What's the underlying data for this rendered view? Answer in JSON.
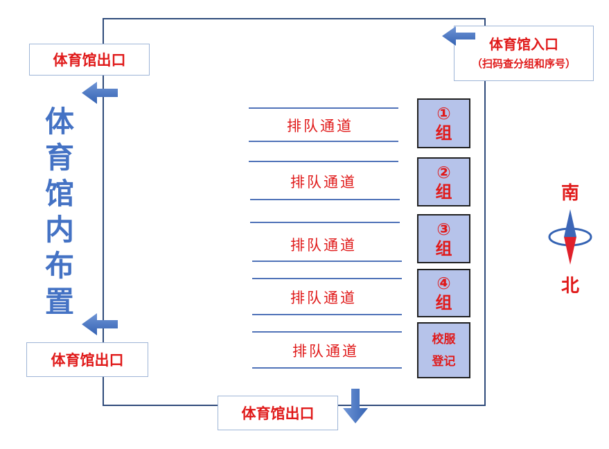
{
  "title_vertical": [
    "体",
    "育",
    "馆",
    "内",
    "布",
    "置"
  ],
  "entrance": {
    "title": "体育馆入口",
    "subtitle": "（扫码查分组和序号）"
  },
  "exits": {
    "top_left": "体育馆出口",
    "bottom_left": "体育馆出口",
    "bottom_center": "体育馆出口"
  },
  "lanes": [
    "排队通道",
    "排队通道",
    "排队通道",
    "排队通道",
    "排队通道"
  ],
  "groups": [
    {
      "line1": "①",
      "line2": "组"
    },
    {
      "line1": "②",
      "line2": "组"
    },
    {
      "line1": "③",
      "line2": "组"
    },
    {
      "line1": "④",
      "line2": "组"
    },
    {
      "line1": "校服",
      "line2": "登记"
    }
  ],
  "compass": {
    "top": "南",
    "bottom": "北"
  },
  "colors": {
    "arrow": "#4472c4",
    "text_red": "#e01a1a",
    "box_fill": "#b6c3ea",
    "lane_line": "#4f72b8"
  }
}
